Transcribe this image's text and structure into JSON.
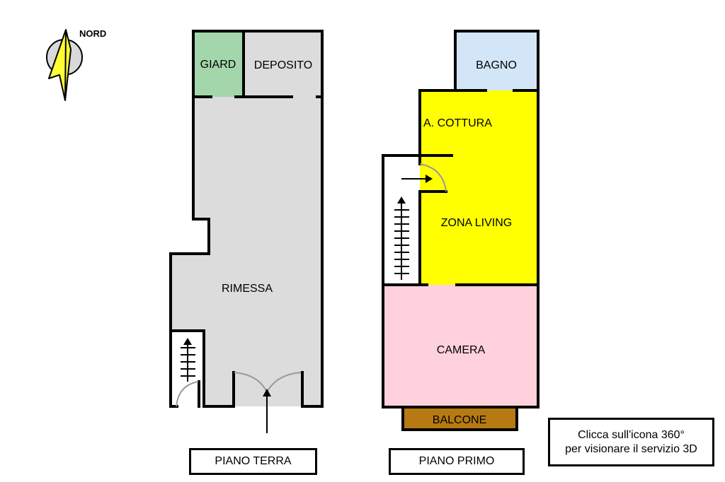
{
  "compass": {
    "label": "NORD",
    "icon": "north-arrow-icon"
  },
  "colors": {
    "giardino": "#a3d6ab",
    "deposito": "#dcdcdc",
    "rimessa": "#dcdcdc",
    "bagno": "#d2e6f8",
    "zona_living": "#ffff00",
    "camera": "#ffd1dc",
    "balcone": "#b77a12",
    "stairs": "#ffffff"
  },
  "piano_terra": {
    "title": "PIANO TERRA",
    "rooms": {
      "giardino": "GIARD",
      "deposito": "DEPOSITO",
      "rimessa": "RIMESSA"
    }
  },
  "piano_primo": {
    "title": "PIANO PRIMO",
    "rooms": {
      "bagno": "BAGNO",
      "angolo_cottura": "A. COTTURA",
      "zona_living": "ZONA LIVING",
      "camera": "CAMERA",
      "balcone": "BALCONE"
    }
  },
  "info_box": {
    "line1": "Clicca sull'icona 360°",
    "line2": "per visionare il servizio 3D"
  }
}
